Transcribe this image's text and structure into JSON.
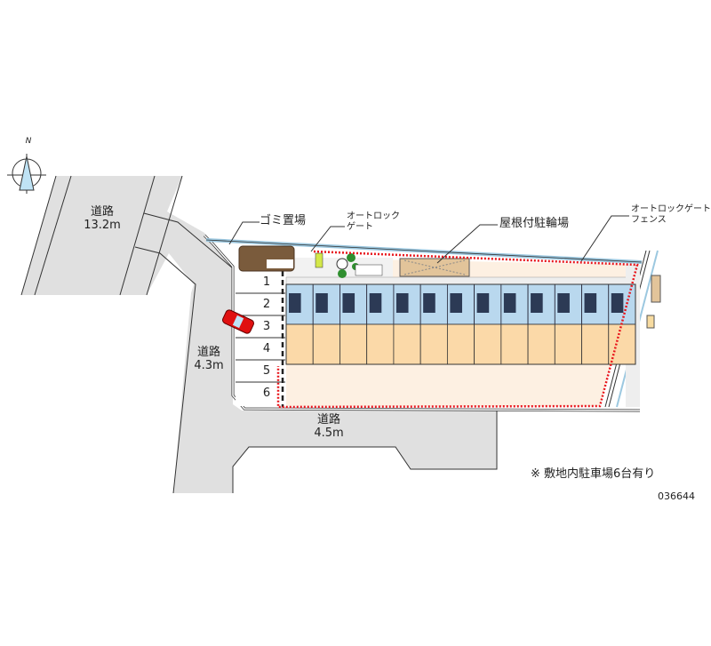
{
  "roads": [
    {
      "name": "道路",
      "width": "13.2m"
    },
    {
      "name": "道路",
      "width": "4.3m"
    },
    {
      "name": "道路",
      "width": "4.5m"
    }
  ],
  "callouts": {
    "garbage": "ゴミ置場",
    "autolock_gate_1": "オートロック",
    "autolock_gate_2": "ゲート",
    "bicycle": "屋根付駐輪場",
    "autolock_fence_1": "オートロックゲート",
    "autolock_fence_2": "フェンス"
  },
  "parking_spaces": [
    "1",
    "2",
    "3",
    "4",
    "5",
    "6"
  ],
  "unit_count": 13,
  "compass": "N",
  "note": "※ 敷地内駐車場6台有り",
  "property_code": "036644",
  "colors": {
    "road": "#e0e0e0",
    "lot": "#fdf0e2",
    "boundary": "#e8141a",
    "unit_upper": "#b9d8ee",
    "unit_lower": "#fbd9a8",
    "car": "#e01010"
  }
}
